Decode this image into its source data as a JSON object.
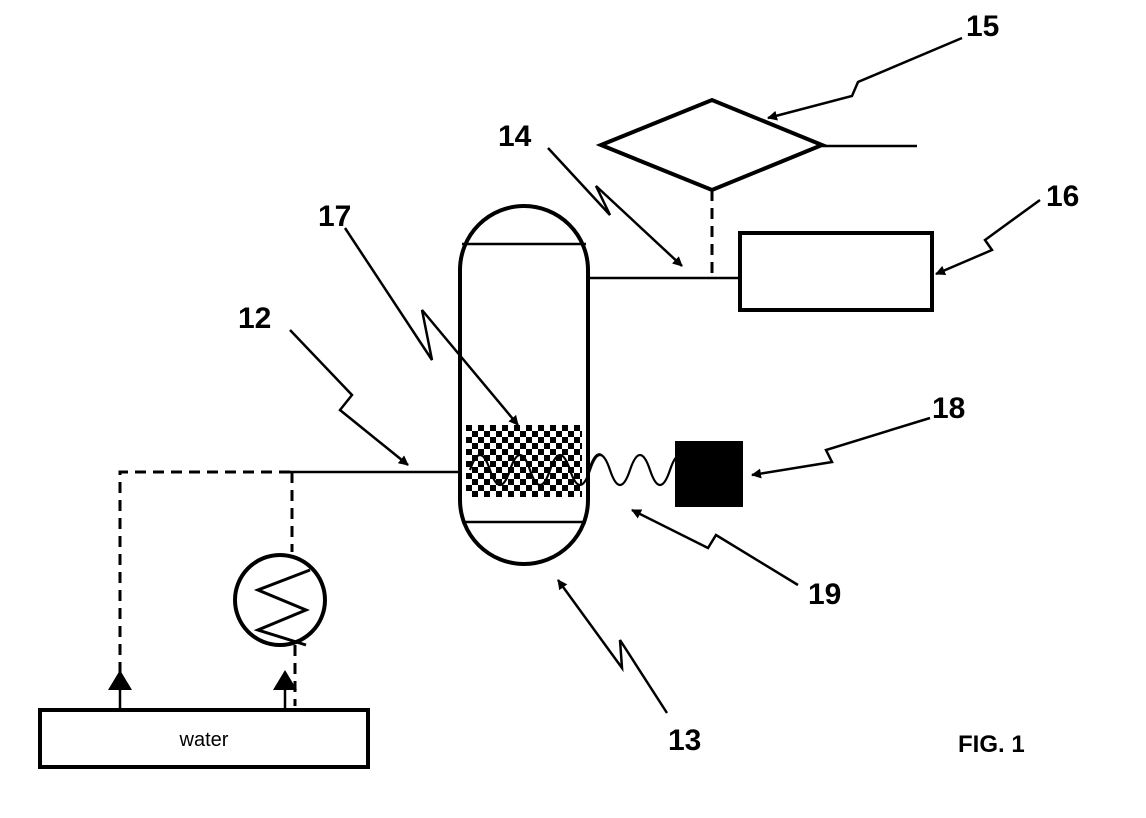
{
  "figure": {
    "caption": "FIG. 1",
    "labels": {
      "l12": "12",
      "l13": "13",
      "l14": "14",
      "l15": "15",
      "l16": "16",
      "l17": "17",
      "l18": "18",
      "l19": "19"
    },
    "water_box_text": "water"
  }
}
